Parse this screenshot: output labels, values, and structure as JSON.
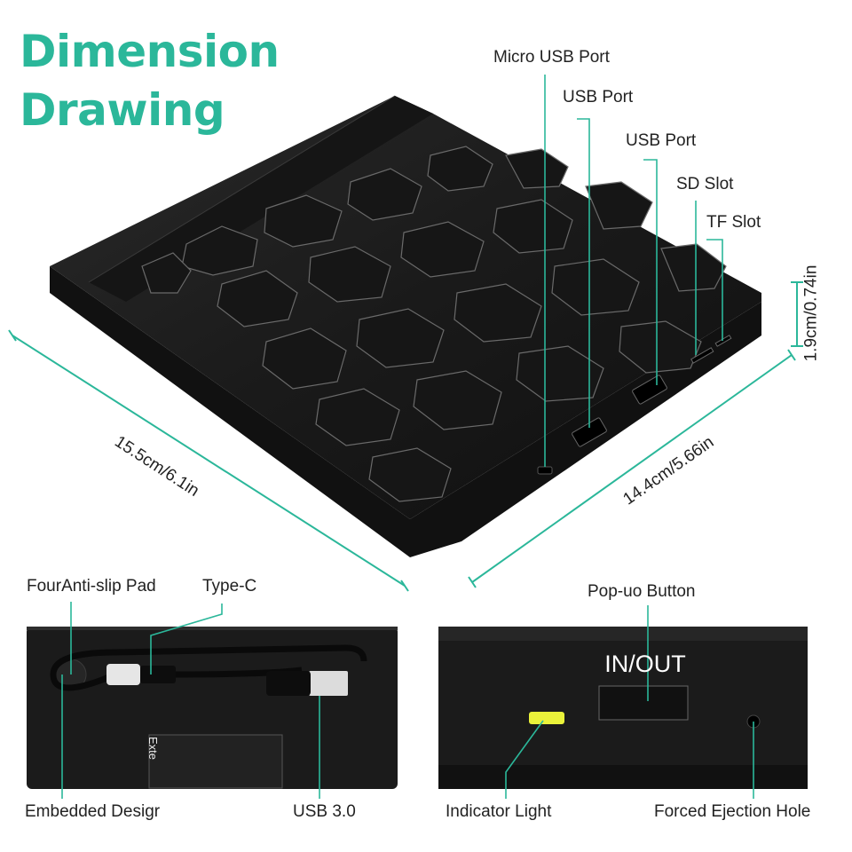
{
  "colors": {
    "accent": "#2bb79a",
    "title": "#2bb79a",
    "device": "#1b1b1b",
    "indicator": "#eaf23a"
  },
  "title": {
    "line1": "Dimension",
    "line2": "Drawing"
  },
  "callouts": {
    "micro_usb": "Micro USB Port",
    "usb1": "USB Port",
    "usb2": "USB Port",
    "sd": "SD Slot",
    "tf": "TF Slot",
    "anti_slip": "FourAnti-slip Pad",
    "type_c": "Type-C",
    "popup": "Pop-uo Button",
    "embedded": "Embedded Desigr",
    "usb3": "USB 3.0",
    "indicator": "Indicator Light",
    "ejection": "Forced Ejection Hole"
  },
  "dimensions": {
    "length": "15.5cm/6.1in",
    "width": "14.4cm/5.66in",
    "height": "1.9cm/0.74in"
  },
  "device": {
    "button_text": "IN/OUT",
    "label_text": "Exte"
  }
}
